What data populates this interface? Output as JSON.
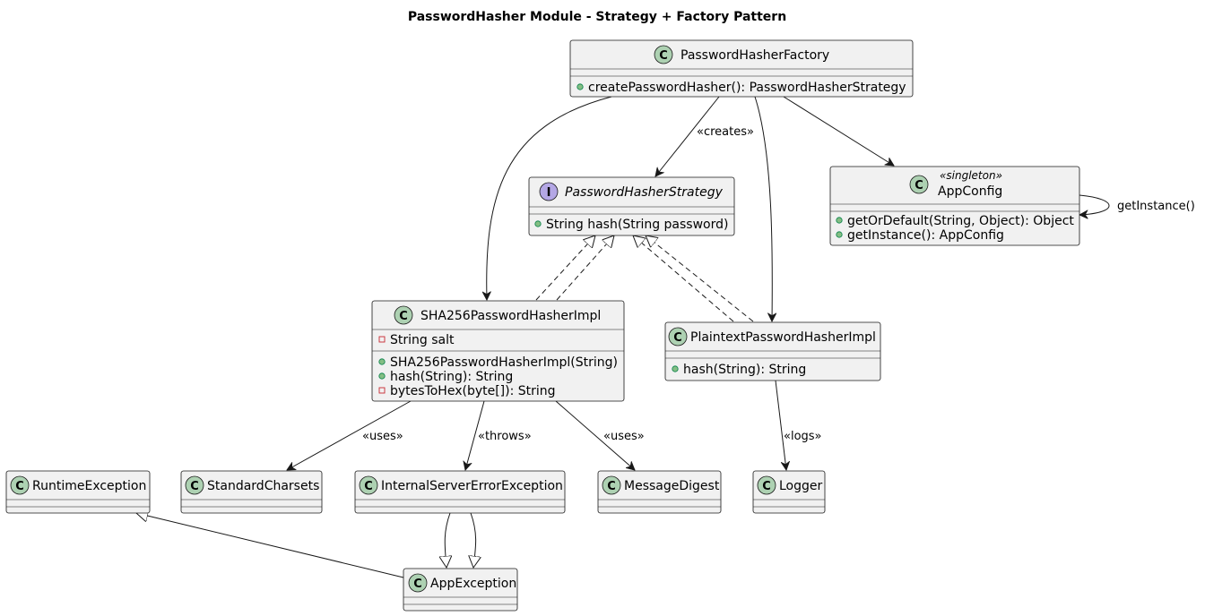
{
  "diagram": {
    "title": "PasswordHasher Module - Strategy + Factory Pattern",
    "classes": {
      "factory": {
        "name": "PasswordHasherFactory",
        "badge": "C",
        "members": [
          {
            "vis": "public",
            "text": "createPasswordHasher(): PasswordHasherStrategy"
          }
        ]
      },
      "strategy": {
        "name": "PasswordHasherStrategy",
        "badge": "I",
        "members": [
          {
            "vis": "public",
            "text": "String hash(String password)"
          }
        ]
      },
      "appconfig": {
        "name": "AppConfig",
        "badge": "C",
        "stereotype": "«singleton»",
        "members": [
          {
            "vis": "public",
            "text": "getOrDefault(String, Object): Object"
          },
          {
            "vis": "public",
            "text": "getInstance(): AppConfig"
          }
        ]
      },
      "sha": {
        "name": "SHA256PasswordHasherImpl",
        "badge": "C",
        "fields": [
          {
            "vis": "private",
            "text": "String salt"
          }
        ],
        "members": [
          {
            "vis": "public",
            "text": "SHA256PasswordHasherImpl(String)"
          },
          {
            "vis": "public",
            "text": "hash(String): String"
          },
          {
            "vis": "private",
            "text": "bytesToHex(byte[]): String"
          }
        ]
      },
      "plain": {
        "name": "PlaintextPasswordHasherImpl",
        "badge": "C",
        "members": [
          {
            "vis": "public",
            "text": "hash(String): String"
          }
        ]
      },
      "runtime": {
        "name": "RuntimeException",
        "badge": "C"
      },
      "charsets": {
        "name": "StandardCharsets",
        "badge": "C"
      },
      "ise": {
        "name": "InternalServerErrorException",
        "badge": "C"
      },
      "digest": {
        "name": "MessageDigest",
        "badge": "C"
      },
      "logger": {
        "name": "Logger",
        "badge": "C"
      },
      "appexc": {
        "name": "AppException",
        "badge": "C"
      }
    },
    "edge_labels": {
      "creates": "«creates»",
      "get_instance": "getInstance()",
      "uses_charsets": "«uses»",
      "throws": "«throws»",
      "uses_digest": "«uses»",
      "logs": "«logs»"
    }
  }
}
